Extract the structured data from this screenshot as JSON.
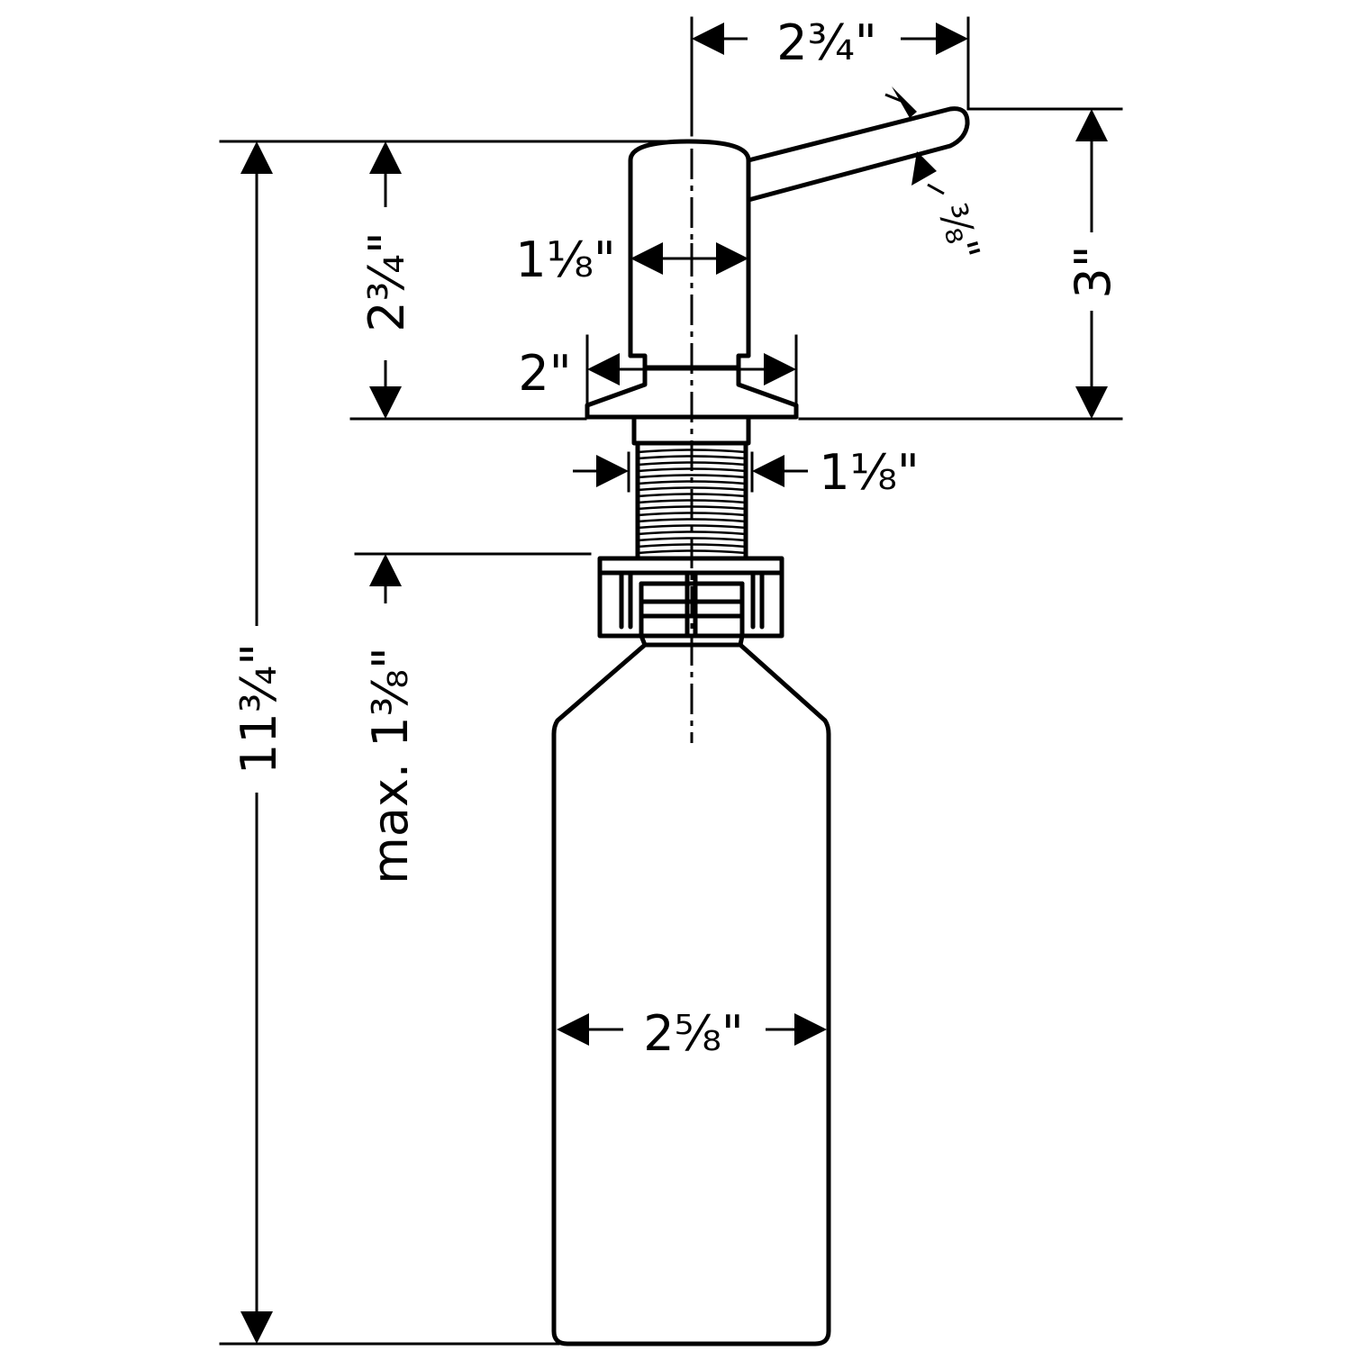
{
  "dimensions": {
    "spout_reach": "2¾\"",
    "spout_diameter": "⅜\"",
    "spout_height": "3\"",
    "pump_height": "2¾\"",
    "pump_body_diameter": "1⅛\"",
    "flange_diameter": "2\"",
    "shank_diameter": "1⅛\"",
    "max_deck_thickness": "max. 1⅜\"",
    "overall_height": "11¾\"",
    "bottle_diameter": "2⅝\""
  }
}
